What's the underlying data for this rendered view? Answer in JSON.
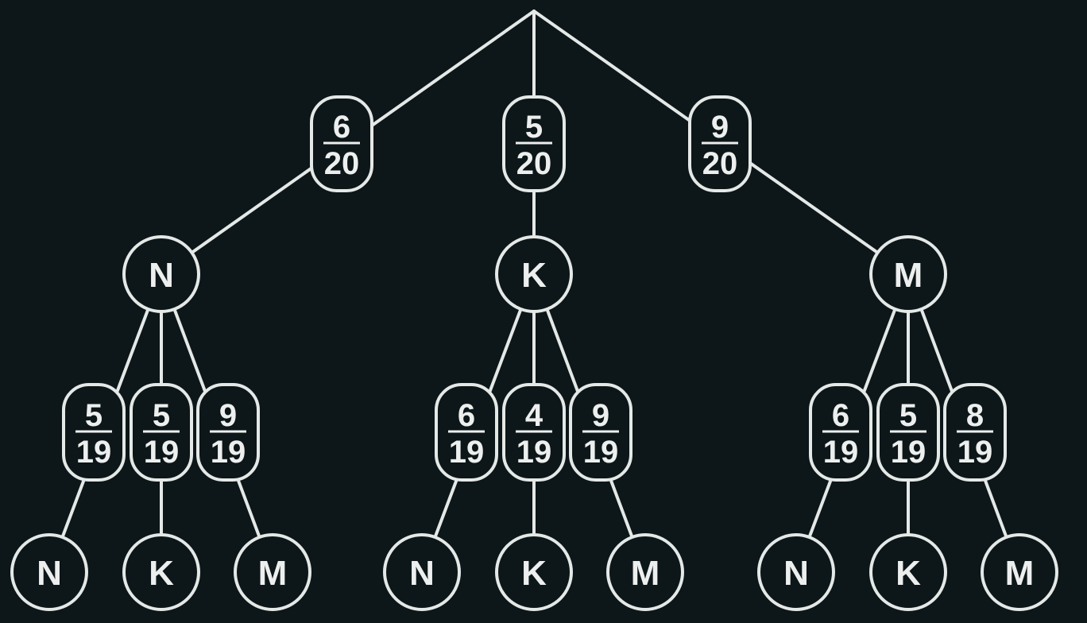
{
  "diagram": {
    "type": "probability-tree",
    "background_color": "#0d1719",
    "line_color": "#e4e8e6",
    "text_color": "#edefee",
    "root_branches": [
      {
        "probability": {
          "numerator": "6",
          "denominator": "20"
        },
        "node_label": "N",
        "children": [
          {
            "probability": {
              "numerator": "5",
              "denominator": "19"
            },
            "node_label": "N"
          },
          {
            "probability": {
              "numerator": "5",
              "denominator": "19"
            },
            "node_label": "K"
          },
          {
            "probability": {
              "numerator": "9",
              "denominator": "19"
            },
            "node_label": "M"
          }
        ]
      },
      {
        "probability": {
          "numerator": "5",
          "denominator": "20"
        },
        "node_label": "K",
        "children": [
          {
            "probability": {
              "numerator": "6",
              "denominator": "19"
            },
            "node_label": "N"
          },
          {
            "probability": {
              "numerator": "4",
              "denominator": "19"
            },
            "node_label": "K"
          },
          {
            "probability": {
              "numerator": "9",
              "denominator": "19"
            },
            "node_label": "M"
          }
        ]
      },
      {
        "probability": {
          "numerator": "9",
          "denominator": "20"
        },
        "node_label": "M",
        "children": [
          {
            "probability": {
              "numerator": "6",
              "denominator": "19"
            },
            "node_label": "N"
          },
          {
            "probability": {
              "numerator": "5",
              "denominator": "19"
            },
            "node_label": "K"
          },
          {
            "probability": {
              "numerator": "8",
              "denominator": "19"
            },
            "node_label": "M"
          }
        ]
      }
    ]
  }
}
